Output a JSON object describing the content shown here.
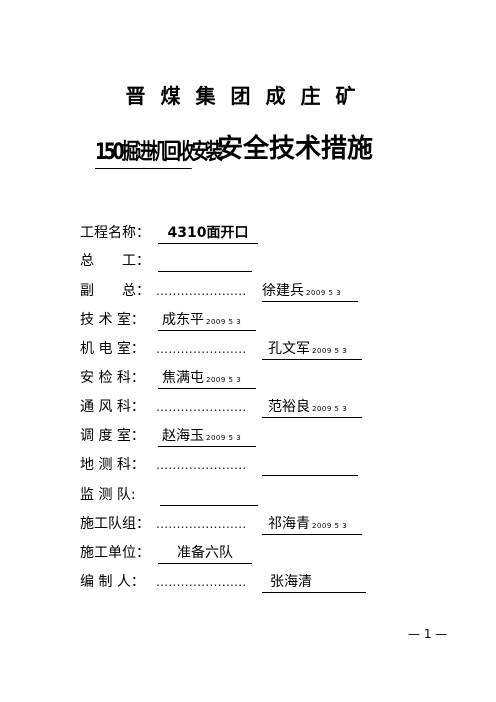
{
  "header": {
    "organization": "晋煤集团成庄矿",
    "title_prefix": "150掘进机回收安装",
    "title_main": "安全技术措施"
  },
  "form": {
    "project_label": "工程名称：",
    "project_value": "4310面开口",
    "chief_label": "总　　工：",
    "deputy_label": "副　　总：",
    "deputy_name": "徐建兵",
    "deputy_date": "2009 5 3",
    "tech_label": "技 术 室：",
    "tech_name": "成东平",
    "tech_date": "2009 5 3",
    "mech_label": "机 电 室：",
    "mech_name": "孔文军",
    "mech_date": "2009 5 3",
    "safety_label": "安 检 科：",
    "safety_name": "焦满屯",
    "safety_date": "2009 5 3",
    "vent_label": "通 风 科：",
    "vent_name": "范裕良",
    "vent_date": "2009 5 3",
    "dispatch_label": "调 度 室：",
    "dispatch_name": "赵海玉",
    "dispatch_date": "2009 5 3",
    "survey_label": "地 测 科：",
    "monitor_label": "监 测 队:",
    "team_label": "施工队组：",
    "team_name": "祁海青",
    "team_date": "2009 5 3",
    "unit_label": "施工单位：",
    "unit_value": "准备六队",
    "author_label": "编 制 人：",
    "author_name": "张海清",
    "dots": "......................"
  },
  "footer": {
    "page_number": "— 1 —"
  }
}
